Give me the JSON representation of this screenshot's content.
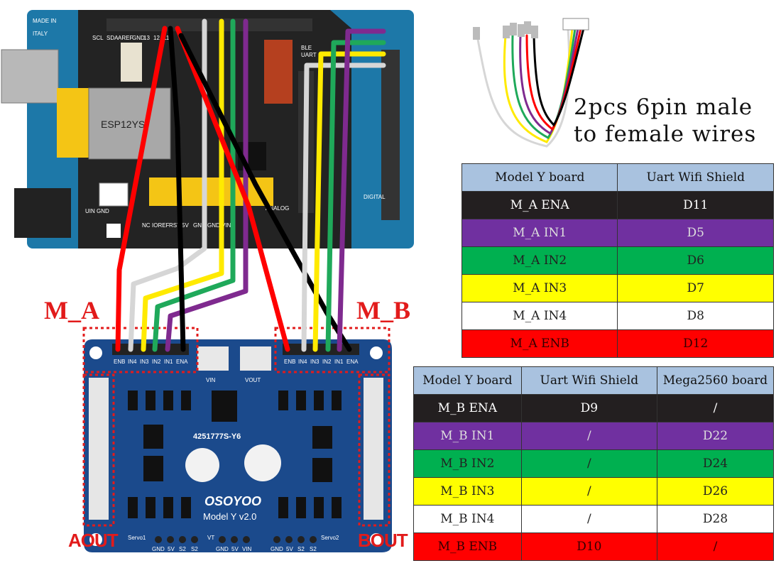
{
  "wires_caption": {
    "line1": "2pcs 6pin male",
    "line2": "to female wires"
  },
  "labels": {
    "m_a": "M_A",
    "m_b": "M_B",
    "aout": "AOUT",
    "bout": "BOUT"
  },
  "shield": {
    "made_in": "MADE IN",
    "italy": "ITALY",
    "esp_module": "ESP12YS",
    "pins_top_left": [
      "SCL",
      "SDA",
      "AREF",
      "GND",
      "13",
      "12",
      "11"
    ],
    "pins_power": [
      "NC",
      "IOREF",
      "RST",
      "5V",
      "GND",
      "GND",
      "VIN"
    ],
    "misc": [
      "BLE",
      "UART",
      "DIGITAL",
      "ANALOG",
      "UIN GND"
    ]
  },
  "model_y": {
    "brand": "OSOYOO",
    "model": "Model Y v2.0",
    "chip": "4251777S-Y6",
    "header_a_pins": [
      "ENB",
      "IN4",
      "IN3",
      "IN2",
      "IN1",
      "ENA"
    ],
    "header_b_pins": [
      "ENB",
      "IN4",
      "IN3",
      "IN2",
      "IN1",
      "ENA"
    ],
    "vin_label": "VIN",
    "vout_label": "VOUT",
    "servo1": "Servo1",
    "servo2": "Servo2",
    "vt": "VT",
    "servo_pins_left": [
      "GND",
      "5V",
      "S2",
      "S2"
    ],
    "servo_pins_mid": [
      "GND",
      "5V",
      "VIN"
    ],
    "servo_pins_right": [
      "GND",
      "5V",
      "S2",
      "S2"
    ]
  },
  "table_a": {
    "headers": [
      "Model Y board",
      "Uart Wifi Shield"
    ],
    "rows": [
      {
        "color": "black",
        "cells": [
          "M_A ENA",
          "D11"
        ]
      },
      {
        "color": "purple",
        "cells": [
          "M_A IN1",
          "D5"
        ]
      },
      {
        "color": "green",
        "cells": [
          "M_A IN2",
          "D6"
        ]
      },
      {
        "color": "yellow",
        "cells": [
          "M_A IN3",
          "D7"
        ]
      },
      {
        "color": "white",
        "cells": [
          "M_A IN4",
          "D8"
        ]
      },
      {
        "color": "red",
        "cells": [
          "M_A ENB",
          "D12"
        ]
      }
    ]
  },
  "table_b": {
    "headers": [
      "Model Y board",
      "Uart Wifi Shield",
      "Mega2560 board"
    ],
    "rows": [
      {
        "color": "black",
        "cells": [
          "M_B ENA",
          "D9",
          "/"
        ]
      },
      {
        "color": "purple",
        "cells": [
          "M_B IN1",
          "/",
          "D22"
        ]
      },
      {
        "color": "green",
        "cells": [
          "M_B IN2",
          "/",
          "D24"
        ]
      },
      {
        "color": "yellow",
        "cells": [
          "M_B IN3",
          "/",
          "D26"
        ]
      },
      {
        "color": "white",
        "cells": [
          "M_B IN4",
          "/",
          "D28"
        ]
      },
      {
        "color": "red",
        "cells": [
          "M_B ENB",
          "D10",
          "/"
        ]
      }
    ]
  },
  "wire_colors": {
    "red": "#ff0000",
    "white": "#d6d6d6",
    "yellow": "#ffea00",
    "green": "#1fa95a",
    "purple": "#7f2a8f",
    "black": "#000000"
  },
  "board_colors": {
    "arduino": "#1d78a8",
    "shield": "#222222",
    "model_y": "#1b4a8c"
  }
}
